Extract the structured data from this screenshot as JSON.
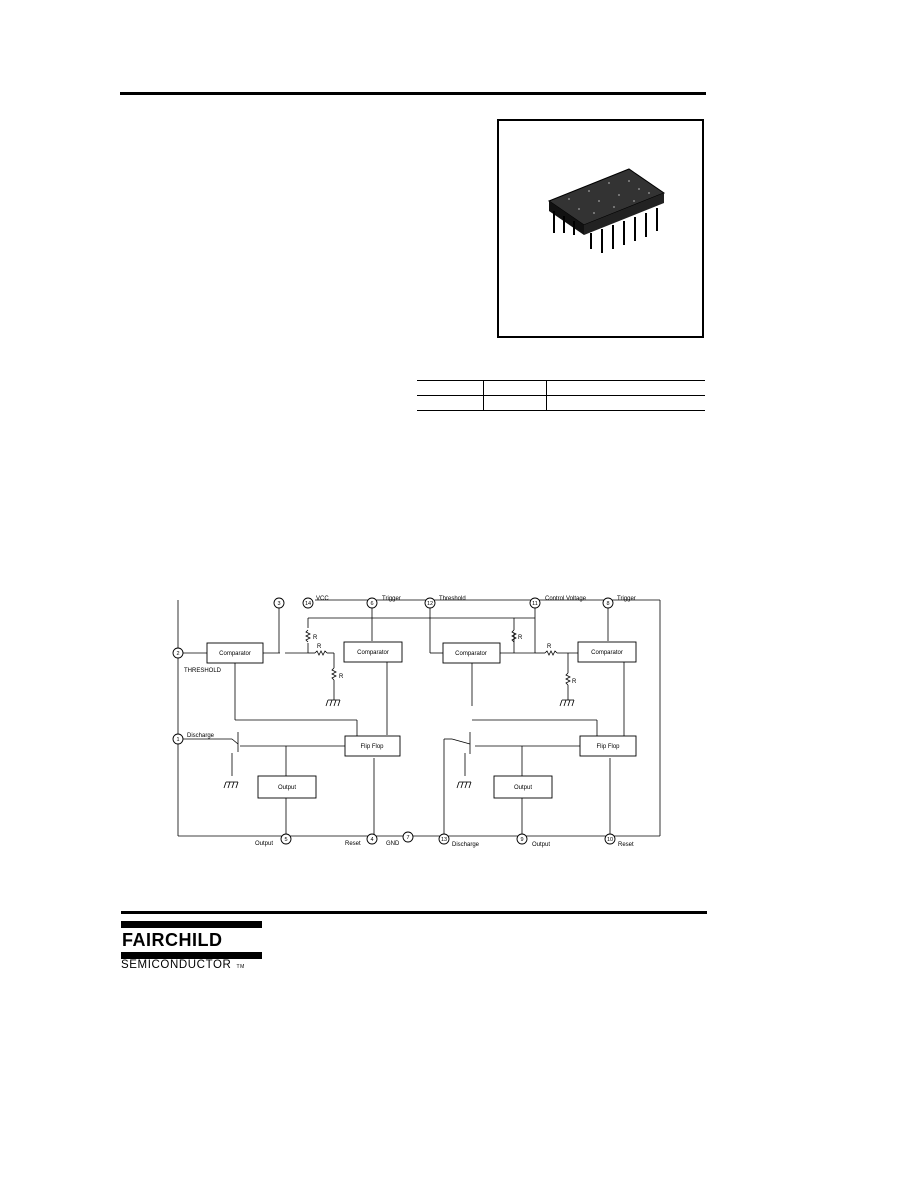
{
  "diagram": {
    "blocks": {
      "comparator": "Comparator",
      "flip_flop_left": "Flip Flop",
      "flip_flop_right": "Flip Flop",
      "output": "Output"
    },
    "resistor_label": "R",
    "labels": {
      "threshold_side": "THRESHOLD",
      "discharge_left": "Discharge",
      "vcc": "VCC",
      "trigger_top": "Trigger",
      "threshold_top": "Threshold",
      "control_voltage": "Control Voltage",
      "trigger_right": "Trigger",
      "output_left": "Output",
      "reset_left": "Reset",
      "gnd": "GND",
      "discharge_right": "Discharge",
      "output_right": "Output",
      "reset_right": "Reset"
    },
    "pins": {
      "p1": "1",
      "p2": "2",
      "p3": "3",
      "p4": "4",
      "p5": "5",
      "p6": "6",
      "p7": "7",
      "p8": "8",
      "p9": "9",
      "p10": "10",
      "p11": "11",
      "p12": "12",
      "p13": "13",
      "p14": "14"
    }
  },
  "footer": {
    "brand": "FAIRCHILD",
    "sub": "SEMICONDUCTOR",
    "tm": "TM"
  }
}
